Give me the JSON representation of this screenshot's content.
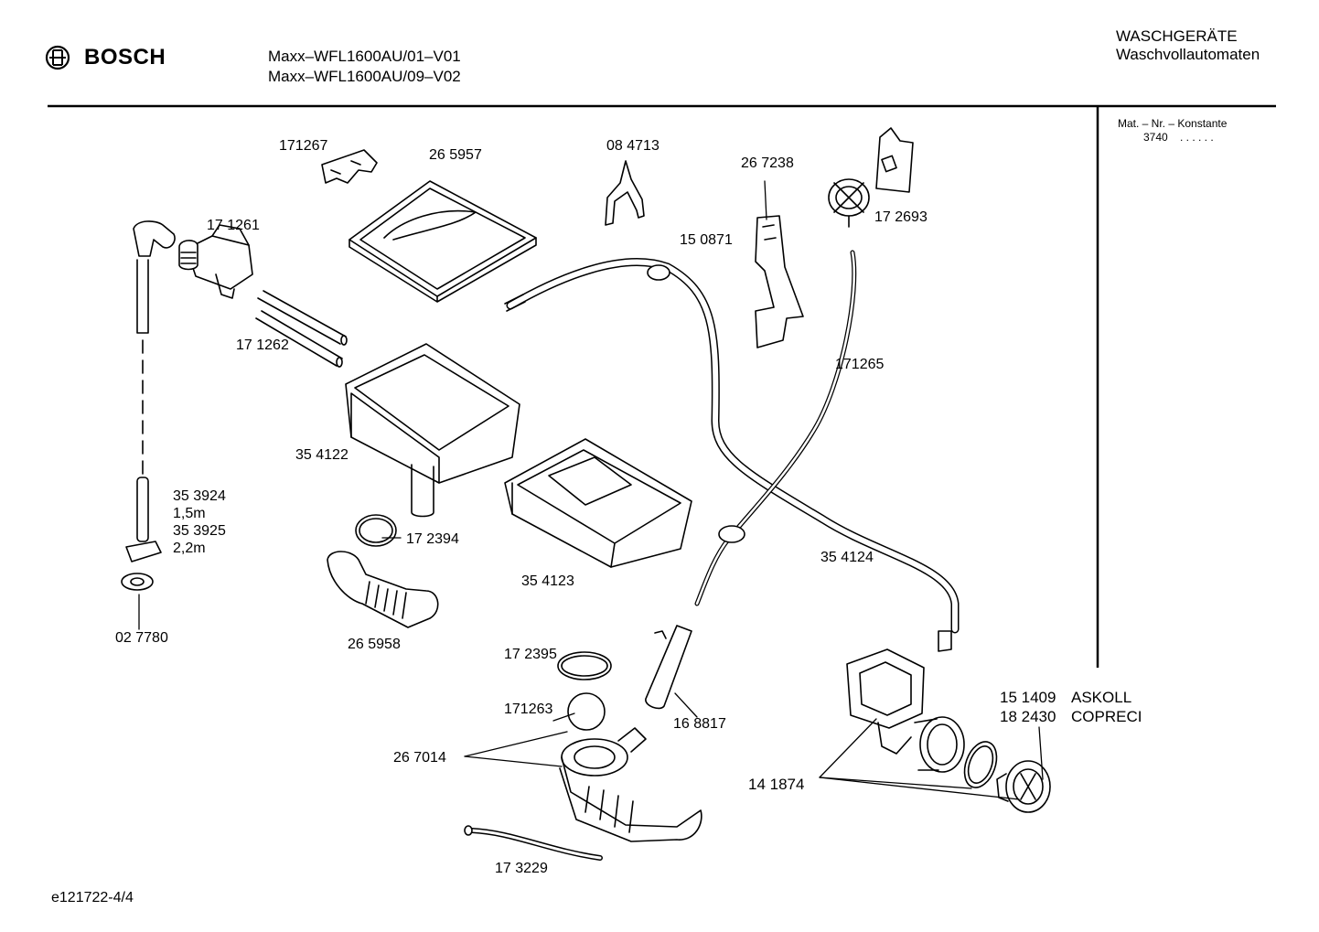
{
  "header": {
    "brand": "BOSCH",
    "model_lines": [
      "Maxx–WFL1600AU/01–V01",
      "Maxx–WFL1600AU/09–V02"
    ],
    "category_lines": [
      "WASCHGERÄTE",
      "Waschvollautomaten"
    ]
  },
  "side_panel": {
    "title": "Mat. – Nr. – Konstante",
    "value": "3740",
    "dots": ". .   . . . ."
  },
  "part_labels": {
    "p171267": "171267",
    "p265957": "26 5957",
    "p084713": "08 4713",
    "p267238": "26 7238",
    "p172693": "17 2693",
    "p171261": "17 1261",
    "p150871": "15 0871",
    "p171262": "17 1262",
    "p171265": "171265",
    "p354122": "35 4122",
    "p353924": "35 3924",
    "len15": "1,5m",
    "p353925": "35 3925",
    "len22": "2,2m",
    "p172394": "17 2394",
    "p354123": "35 4123",
    "p354124": "35 4124",
    "p027780": "02 7780",
    "p265958": "26 5958",
    "p172395": "17 2395",
    "p171263": "171263",
    "p168817": "16 8817",
    "p267014": "26 7014",
    "p151409": "15 1409",
    "askoll": "ASKOLL",
    "p182430": "18 2430",
    "copreci": "COPRECI",
    "p141874": "14 1874",
    "p173229": "17 3229"
  },
  "footer": {
    "code": "e121722-4/4"
  },
  "colors": {
    "ink": "#000000",
    "paper": "#ffffff",
    "shade": "#e6e6e6"
  }
}
